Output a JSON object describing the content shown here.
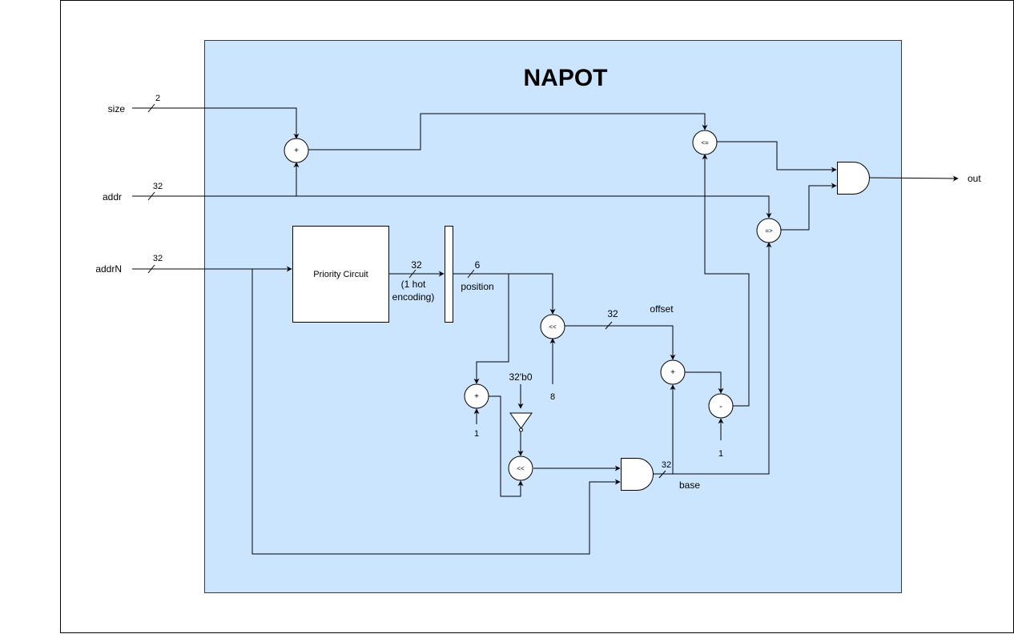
{
  "title": "NAPOT",
  "colors": {
    "module_fill": "#cce5ff",
    "module_stroke": "#36393d",
    "line": "#000000",
    "background": "#ffffff"
  },
  "inputs": {
    "size": {
      "label": "size",
      "width": "2"
    },
    "addr": {
      "label": "addr",
      "width": "32"
    },
    "addrN": {
      "label": "addrN",
      "width": "32"
    }
  },
  "output": {
    "label": "out"
  },
  "blocks": {
    "priority": "Priority Circuit",
    "add_size": "+",
    "le_cmp": "<=",
    "ge_cmp": "=>",
    "shift_pos": "<<",
    "add_pos": "+",
    "shift_mask": "<<",
    "add_offset": "+",
    "sub_one": "-"
  },
  "labels": {
    "hot_width": "32",
    "hot_line1": "(1 hot",
    "hot_line2": "encoding)",
    "pos_width": "6",
    "position": "position",
    "offset_width": "32",
    "offset": "offset",
    "const_8": "8",
    "const_1a": "1",
    "const_zero": "32'b0",
    "const_1b": "1",
    "base_width": "32",
    "base": "base"
  }
}
